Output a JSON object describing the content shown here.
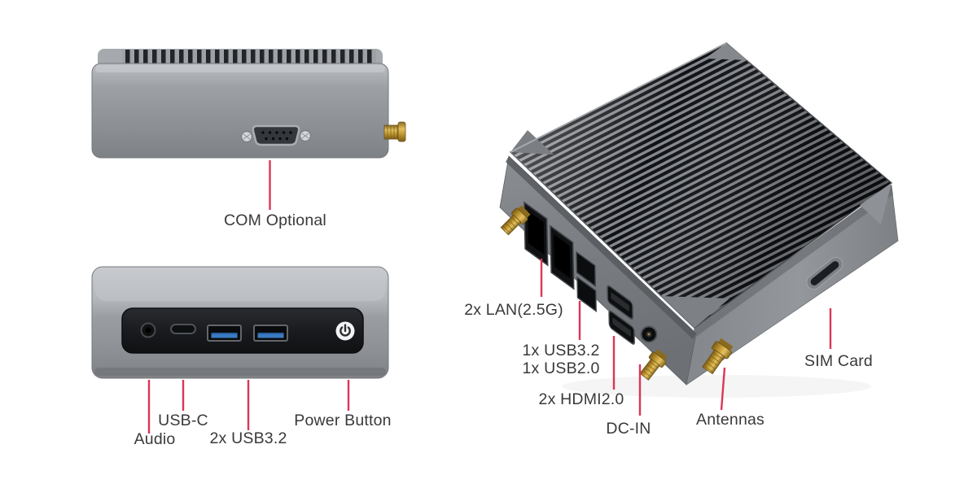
{
  "product_diagram": {
    "rear_view": {
      "labels": {
        "com": "COM Optional"
      }
    },
    "front_view": {
      "labels": {
        "audio": "Audio",
        "usb_c": "USB-C",
        "usb32": "2x USB3.2",
        "power": "Power Button"
      }
    },
    "side_view": {
      "labels": {
        "lan": "2x LAN(2.5G)",
        "usb32": "1x USB3.2",
        "usb20": "1x USB2.0",
        "hdmi": "2x HDMI2.0",
        "dc_in": "DC-IN",
        "antennas": "Antennas",
        "sim": "SIM Card"
      }
    },
    "colors": {
      "background": "#ffffff",
      "leader_line": "#dd3558",
      "label_text": "#39393b",
      "usb_blue": "#3a7cc4",
      "gold": "#c9a13b",
      "body_gray": "#8e9195",
      "panel_black": "#17181b"
    }
  }
}
